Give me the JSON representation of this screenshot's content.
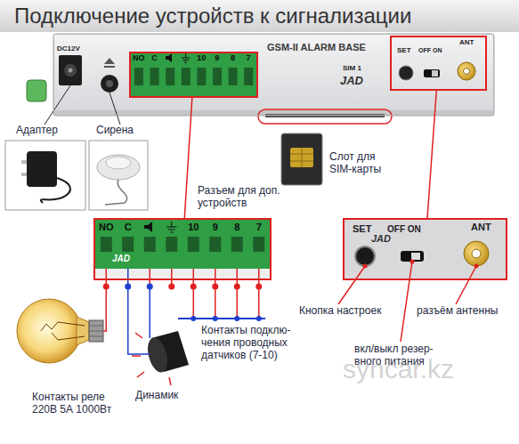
{
  "diagram": {
    "title": "Подключение устройств к сигнализации",
    "nodes": [
      {
        "text": [
          "GSM-II ALARM BASE"
        ]
      },
      {
        "text": [
          "NO",
          "C",
          "10",
          "9",
          "8",
          "7"
        ],
        "in": 0
      },
      {
        "text": [
          "SET",
          "OFF ON",
          "ANT"
        ],
        "in": 0
      },
      {
        "text": [
          "NO",
          "C",
          "10",
          "9",
          "8",
          "7"
        ]
      },
      {
        "text": [
          "SET",
          "OFF ON",
          "ANT"
        ]
      }
    ],
    "edges": [
      {
        "from": 1,
        "to": 3,
        "arrow": "none"
      },
      {
        "from": 2,
        "to": 4,
        "arrow": "none"
      }
    ],
    "labels": [
      "Адаптер",
      "Сирена",
      "DC12V",
      "SIM 1",
      "JAD",
      "Слот для SIM-карты",
      "Разъем для доп. устройств",
      "JAD",
      "JAD",
      "Кнопка настроек",
      "разъём антенны",
      "вкл/выкл резер- вного питания",
      "Контакты подклю- чения проводных датчиков (7-10)",
      "Динамик",
      "Контакты реле 220В 5А 1000Вт",
      "syncar.kz"
    ]
  }
}
